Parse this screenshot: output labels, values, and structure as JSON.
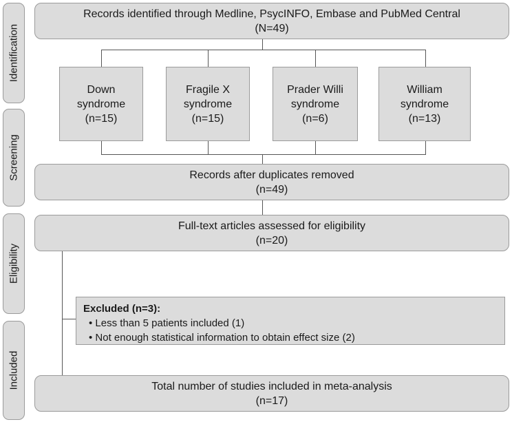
{
  "stages": [
    "Identification",
    "Screening",
    "Eligibility",
    "Included"
  ],
  "identification": {
    "line1": "Records identified through Medline, PsycINFO, Embase and PubMed Central",
    "line2": "(N=49)"
  },
  "syndromes": [
    {
      "line1": "Down",
      "line2": "syndrome",
      "line3": "(n=15)"
    },
    {
      "line1": "Fragile X",
      "line2": "syndrome",
      "line3": "(n=15)"
    },
    {
      "line1": "Prader Willi",
      "line2": "syndrome",
      "line3": "(n=6)"
    },
    {
      "line1": "William",
      "line2": "syndrome",
      "line3": "(n=13)"
    }
  ],
  "screening": {
    "line1": "Records after duplicates removed",
    "line2": "(n=49)"
  },
  "eligibility": {
    "line1": "Full-text articles assessed for eligibility",
    "line2": "(n=20)"
  },
  "excluded": {
    "title": "Excluded (n=3):",
    "items": [
      "Less than 5 patients included (1)",
      "Not enough statistical information to obtain effect size (2)"
    ]
  },
  "included": {
    "line1": "Total number of studies included in meta-analysis",
    "line2": "(n=17)"
  }
}
